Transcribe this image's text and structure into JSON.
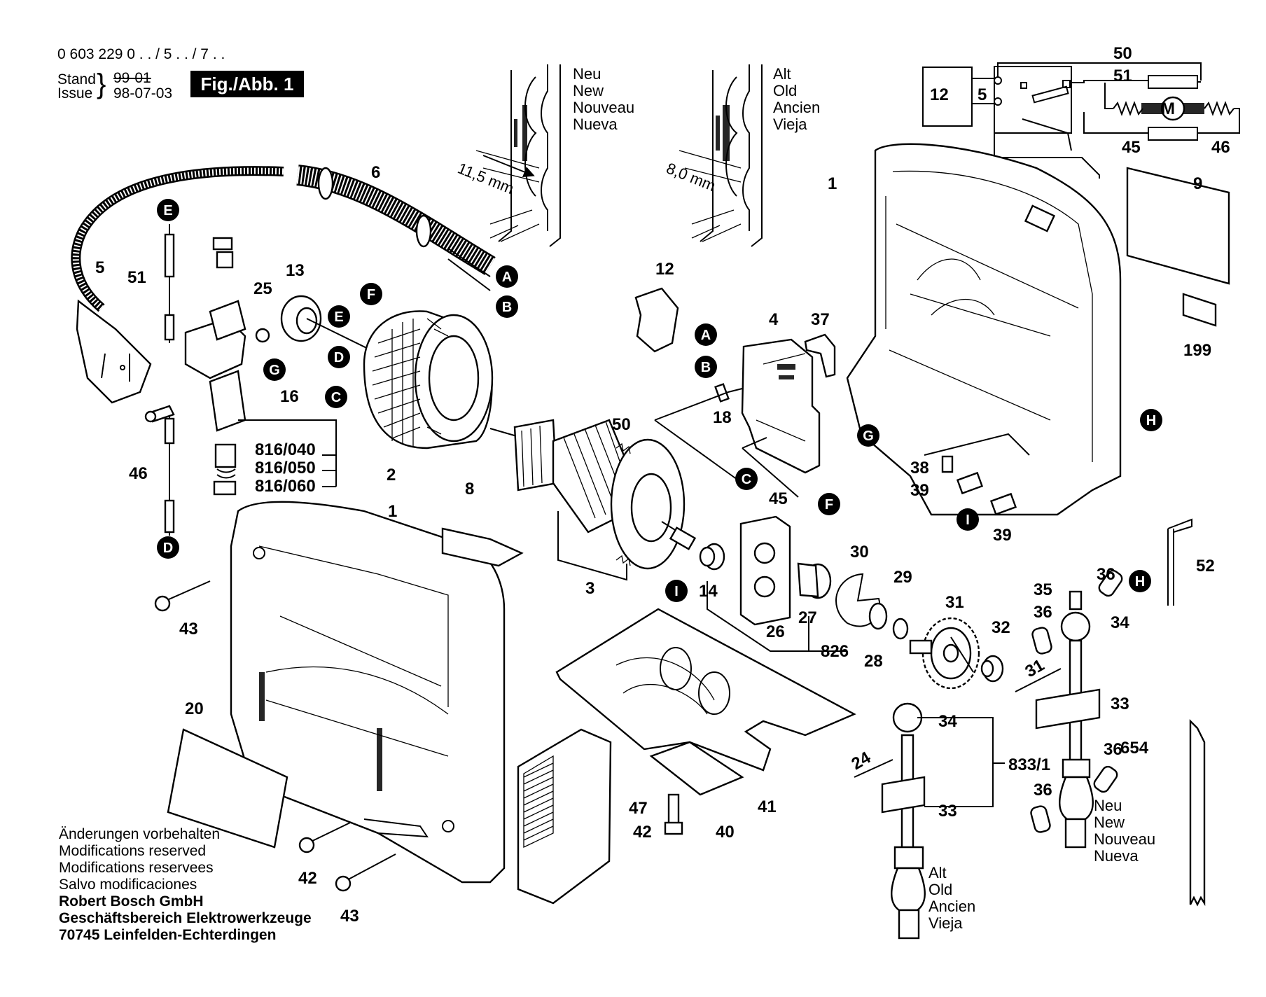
{
  "header": {
    "part_number": "0 603 229 0 . . / 5 . . / 7 . .",
    "stand_label": "Stand",
    "issue_label": "Issue",
    "struck_date": "99-01",
    "issue_date": "98-07-03",
    "figure_label": "Fig./Abb. 1"
  },
  "notes": {
    "lines": [
      "Änderungen vorbehalten",
      "Modifications reserved",
      "Modifications reservees",
      "Salvo modificaciones"
    ],
    "company": [
      "Robert Bosch GmbH",
      "Geschäftsbereich Elektrowerkzeuge",
      "70745 Leinfelden-Echterdingen"
    ]
  },
  "versions": {
    "new": [
      "Neu",
      "New",
      "Nouveau",
      "Nueva"
    ],
    "old": [
      "Alt",
      "Old",
      "Ancien",
      "Vieja"
    ],
    "dim_new": "11,5 mm",
    "dim_old": "8,0 mm"
  },
  "circuit": {
    "labels": [
      "50",
      "51",
      "12",
      "5",
      "45",
      "46"
    ],
    "motor": "M"
  },
  "callouts": [
    "A",
    "B",
    "C",
    "D",
    "E",
    "F",
    "G",
    "H",
    "I"
  ],
  "part_labels": {
    "p1": "1",
    "p1b": "1",
    "p2": "2",
    "p3": "3",
    "p4": "4",
    "p5": "5",
    "p6": "6",
    "p8": "8",
    "p9": "9",
    "p12": "12",
    "p13": "13",
    "p14": "14",
    "p16": "16",
    "p18": "18",
    "p20": "20",
    "p25": "25",
    "p26": "26",
    "p27": "27",
    "p28": "28",
    "p29": "29",
    "p30": "30",
    "p31": "31",
    "p32": "32",
    "p33a": "33",
    "p33b": "33",
    "p34a": "34",
    "p34b": "34",
    "p35": "35",
    "p36a": "36",
    "p36b": "36",
    "p36c": "36",
    "p36d": "36",
    "p37": "37",
    "p38": "38",
    "p39a": "39",
    "p39b": "39",
    "p40": "40",
    "p41": "41",
    "p42a": "42",
    "p42b": "42",
    "p43a": "43",
    "p43b": "43",
    "p45": "45",
    "p46": "46",
    "p47": "47",
    "p50": "50",
    "p51": "51",
    "p52": "52",
    "p199": "199",
    "p654": "654",
    "p816_040": "816/040",
    "p816_050": "816/050",
    "p816_060": "816/060",
    "p826": "826",
    "p833": "833/1",
    "dim31": "31",
    "dim24": "24"
  }
}
